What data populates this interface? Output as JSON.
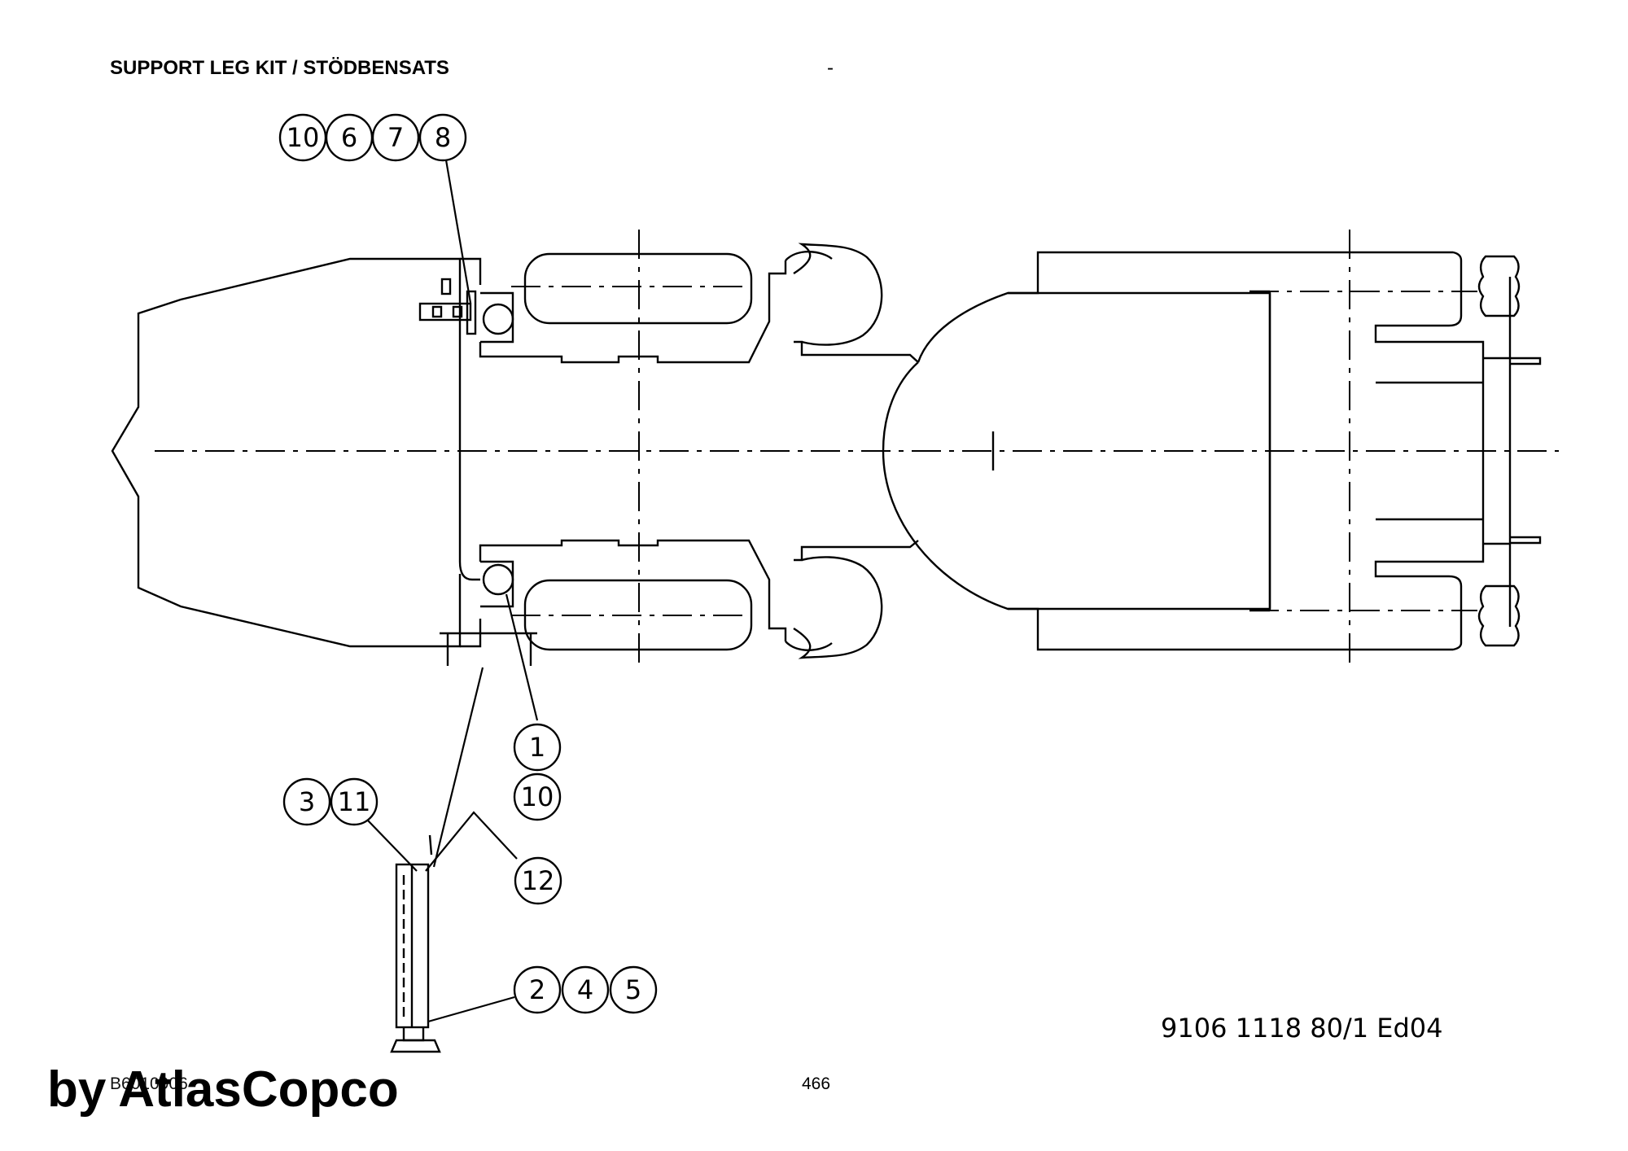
{
  "header": {
    "title": "SUPPORT LEG KIT / STÖDBENSATS",
    "dash": "-"
  },
  "footer": {
    "doc_number": "9106 1118 80/1  Ed04",
    "doc_ref": "B6010906",
    "page_number": "466",
    "watermark": "by AtlasCopco"
  },
  "balloons": {
    "b10a": "10",
    "b6": "6",
    "b7": "7",
    "b8": "8",
    "b1": "1",
    "b10b": "10",
    "b3": "3",
    "b11": "11",
    "b12": "12",
    "b2": "2",
    "b4": "4",
    "b5": "5"
  }
}
